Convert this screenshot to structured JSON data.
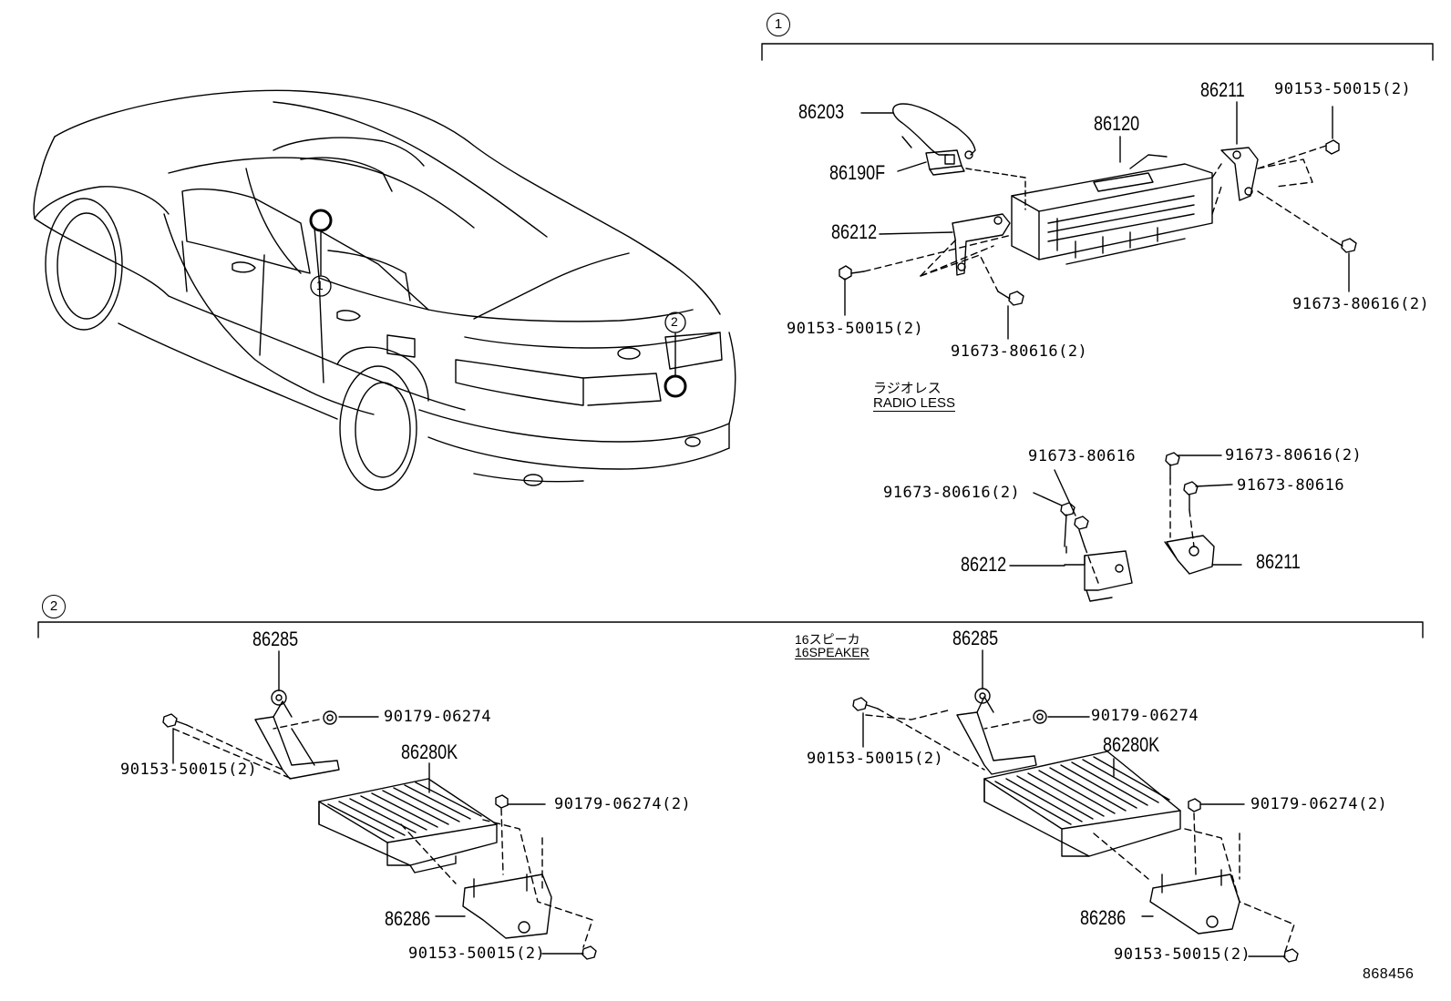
{
  "sections": {
    "s1": {
      "marker": "1"
    },
    "s2": {
      "marker": "2"
    }
  },
  "car": {
    "callouts": [
      "1",
      "2"
    ]
  },
  "section1": {
    "labels": {
      "p86203": "86203",
      "p86190F": "86190F",
      "p86120": "86120",
      "p86211": "86211",
      "bolt_tr": "90153-50015(2)",
      "p86212": "86212",
      "bolt_l": "90153-50015(2)",
      "screw_b": "91673-80616(2)",
      "screw_r": "91673-80616(2)"
    },
    "note_jp": "ラジオレス",
    "note_en": "RADIO LESS",
    "radioless": {
      "screw_a": "91673-80616",
      "screw_b": "91673-80616(2)",
      "screw_c": "91673-80616(2)",
      "screw_d": "91673-80616",
      "p86212": "86212",
      "p86211": "86211"
    }
  },
  "section2": {
    "left": {
      "p86285": "86285",
      "nut": "90179-06274",
      "bolt": "90153-50015(2)",
      "p86280K": "86280K",
      "nut2": "90179-06274(2)",
      "p86286": "86286",
      "bolt2": "90153-50015(2)"
    },
    "right": {
      "note_jp": "16スピーカ",
      "note_en": "16SPEAKER",
      "p86285": "86285",
      "nut": "90179-06274",
      "bolt": "90153-50015(2)",
      "p86280K": "86280K",
      "nut2": "90179-06274(2)",
      "p86286": "86286",
      "bolt2": "90153-50015(2)"
    }
  },
  "diagram_id": "868456"
}
